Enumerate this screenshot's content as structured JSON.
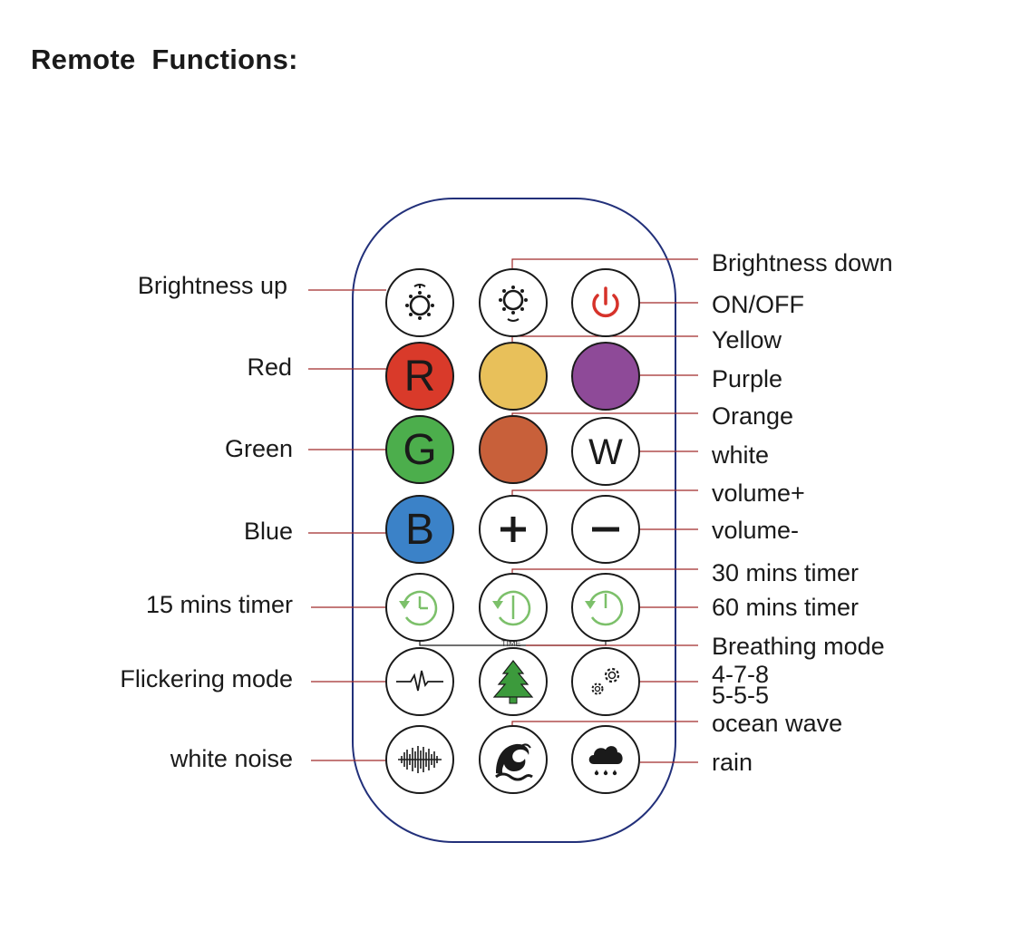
{
  "title": "Remote  Functions:",
  "time_label": "TIME",
  "labels_left": {
    "brightness_up": "Brightness up",
    "red": "Red",
    "green": "Green",
    "blue": "Blue",
    "timer_15": "15 mins timer",
    "flickering": "Flickering mode",
    "white_noise": "white noise"
  },
  "labels_right": {
    "brightness_down": "Brightness down",
    "on_off": "ON/OFF",
    "yellow": "Yellow",
    "purple": "Purple",
    "orange": "Orange",
    "white": "white",
    "volume_plus": "volume+",
    "volume_minus": "volume-",
    "timer_30": "30 mins timer",
    "timer_60": "60 mins timer",
    "breathing": "Breathing mode",
    "breath_478": "4-7-8",
    "breath_555": "5-5-5",
    "ocean": "ocean wave",
    "rain": "rain"
  },
  "button_letters": {
    "red": "R",
    "green": "G",
    "blue": "B",
    "white": "W"
  },
  "icons": {
    "brightness_up": "brightness-up-icon",
    "brightness_down": "brightness-down-icon",
    "power": "power-icon",
    "plus": "plus-icon",
    "minus": "minus-icon",
    "timer": "timer-icon",
    "heartbeat": "heartbeat-icon",
    "tree": "tree-icon",
    "gears": "gears-icon",
    "soundwave": "soundwave-icon",
    "wave": "wave-icon",
    "rain": "rain-cloud-icon"
  },
  "colors": {
    "red": "#d93a2a",
    "yellow": "#e8c05a",
    "purple": "#8e4a98",
    "green": "#4cae4c",
    "orange": "#c8603a",
    "blue": "#3b82c8",
    "power": "#d6322a",
    "timer_green": "#7cc06a",
    "tree_green": "#3c9a3c",
    "remote_border": "#22307a",
    "leader_line": "#a02a2a"
  }
}
